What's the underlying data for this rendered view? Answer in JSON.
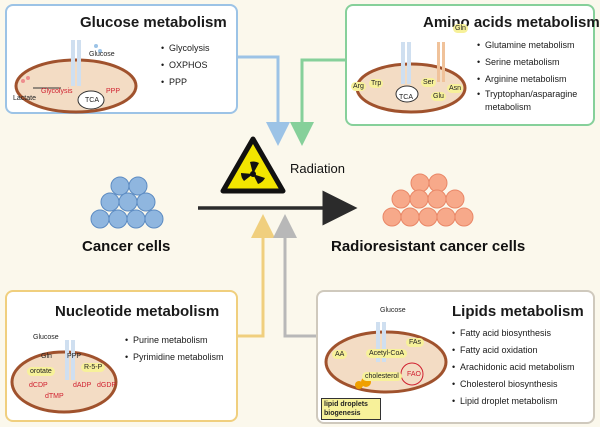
{
  "glucose_panel": {
    "title": "Glucose metabolism",
    "items": [
      "Glycolysis",
      "OXPHOS",
      "PPP"
    ],
    "labels": {
      "glucose": "Glucose",
      "lactate": "Lactate",
      "glycolysis": "Glycolysis",
      "tca": "TCA",
      "ppp": "PPP"
    },
    "border_color": "#9cc3e6"
  },
  "amino_panel": {
    "title": "Amino acids metabolism",
    "items": [
      "Glutamine metabolism",
      "Serine metabolism",
      "Arginine metabolism",
      "Tryptophan/asparagine metabolism"
    ],
    "labels": {
      "gln": "Gln",
      "trp": "Trp",
      "ser": "Ser",
      "arg": "Arg",
      "tca": "TCA",
      "glu": "Glu",
      "asn": "Asn"
    },
    "border_color": "#86d09a"
  },
  "center": {
    "radiation_label": "Radiation",
    "cancer_cells_label": "Cancer cells",
    "resistant_label": "Radioresistant cancer cells"
  },
  "nucleotide_panel": {
    "title": "Nucleotide metabolism",
    "items": [
      "Purine metabolism",
      "Pyrimidine metabolism"
    ],
    "labels": {
      "glucose": "Glucose",
      "gln": "Gln",
      "ppp": "PPP",
      "orotate": "orotate",
      "r5p": "R-5-P",
      "dcdp": "dCDP",
      "dtmp": "dTMP",
      "dadp": "dADP",
      "dgdp": "dGDP"
    },
    "border_color": "#f0cf7e"
  },
  "lipids_panel": {
    "title": "Lipids metabolism",
    "items": [
      "Fatty acid biosynthesis",
      "Fatty acid oxidation",
      "Arachidonic acid metabolism",
      "Cholesterol biosynthesis",
      "Lipid droplet metabolism"
    ],
    "labels": {
      "glucose": "Glucose",
      "aa": "AA",
      "acetyl_coa": "Acetyl-CoA",
      "fas": "FAs",
      "fao": "FAO",
      "cholesterol": "cholesterol",
      "lipid_droplets": "lipid droplets biogenesis"
    },
    "border_color": "#cfc9bd"
  },
  "colors": {
    "arrow_glucose": "#9cc3e6",
    "arrow_amino": "#86d09a",
    "arrow_nucleotide": "#f0cf7e",
    "arrow_lipids": "#b8b8b8",
    "cell_membrane": "#a0522d",
    "cell_fill": "#f3dcc4",
    "cancer_cell": "#8fb6df",
    "resistant_cell": "#f7a98a",
    "radiation_yellow": "#f2e500"
  }
}
